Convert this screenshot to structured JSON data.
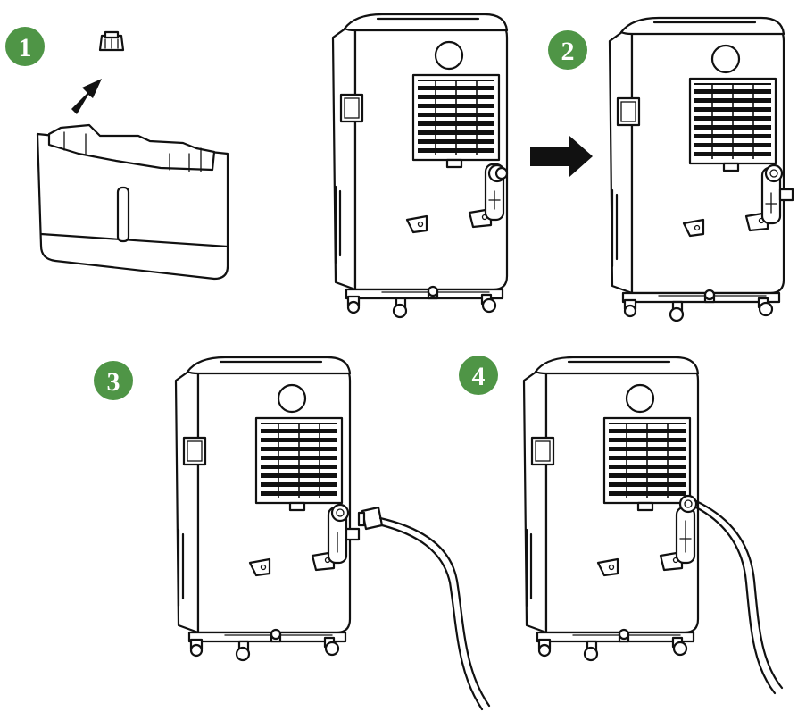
{
  "steps": [
    {
      "label": "1"
    },
    {
      "label": "2"
    },
    {
      "label": "3"
    },
    {
      "label": "4"
    }
  ],
  "colors": {
    "badge": "#4f9546",
    "line": "#111111",
    "background": "#ffffff",
    "arrow": "#111111"
  },
  "icons": {
    "step1_arrow": "arrow-up-right-icon",
    "step2_arrow": "arrow-right-icon"
  }
}
